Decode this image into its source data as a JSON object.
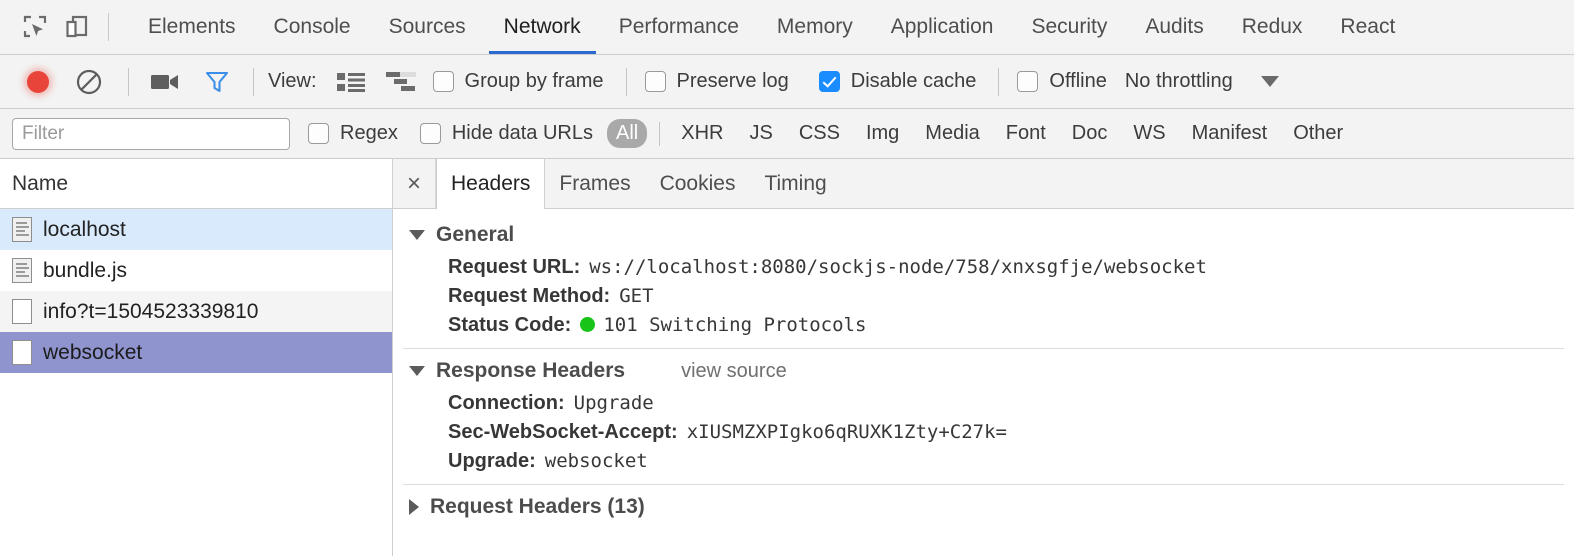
{
  "main_tabs": [
    {
      "label": "Elements",
      "selected": false
    },
    {
      "label": "Console",
      "selected": false
    },
    {
      "label": "Sources",
      "selected": false
    },
    {
      "label": "Network",
      "selected": true
    },
    {
      "label": "Performance",
      "selected": false
    },
    {
      "label": "Memory",
      "selected": false
    },
    {
      "label": "Application",
      "selected": false
    },
    {
      "label": "Security",
      "selected": false
    },
    {
      "label": "Audits",
      "selected": false
    },
    {
      "label": "Redux",
      "selected": false
    },
    {
      "label": "React",
      "selected": false
    }
  ],
  "toolbar": {
    "view_label": "View:",
    "group_by_frame": {
      "label": "Group by frame",
      "checked": false
    },
    "preserve_log": {
      "label": "Preserve log",
      "checked": false
    },
    "disable_cache": {
      "label": "Disable cache",
      "checked": true
    },
    "offline": {
      "label": "Offline",
      "checked": false
    },
    "throttling": "No throttling",
    "record_icon": "record-icon",
    "clear_icon": "clear-icon",
    "camera_icon": "camera-icon",
    "filter_icon": "filter-funnel-icon",
    "list_view_icon": "list-view-icon",
    "waterfall_view_icon": "waterfall-view-icon",
    "accent_blue": "#1a8cff",
    "record_red": "#e8443a"
  },
  "filter_bar": {
    "placeholder": "Filter",
    "regex": {
      "label": "Regex",
      "checked": false
    },
    "hide_data_urls": {
      "label": "Hide data URLs",
      "checked": false
    },
    "types": [
      {
        "label": "All",
        "active": true
      },
      {
        "label": "XHR",
        "active": false
      },
      {
        "label": "JS",
        "active": false
      },
      {
        "label": "CSS",
        "active": false
      },
      {
        "label": "Img",
        "active": false
      },
      {
        "label": "Media",
        "active": false
      },
      {
        "label": "Font",
        "active": false
      },
      {
        "label": "Doc",
        "active": false
      },
      {
        "label": "WS",
        "active": false
      },
      {
        "label": "Manifest",
        "active": false
      },
      {
        "label": "Other",
        "active": false
      }
    ]
  },
  "request_list": {
    "column_header": "Name",
    "rows": [
      {
        "name": "localhost",
        "icon": "document-filled-icon",
        "state": "hovered"
      },
      {
        "name": "bundle.js",
        "icon": "document-filled-icon",
        "state": "normal"
      },
      {
        "name": "info?t=1504523339810",
        "icon": "document-blank-icon",
        "state": "zebra"
      },
      {
        "name": "websocket",
        "icon": "document-blank-icon",
        "state": "selected"
      }
    ],
    "selected_color": "#8f94cf",
    "hover_color": "#d9eafc"
  },
  "detail": {
    "close_label": "×",
    "tabs": [
      {
        "label": "Headers",
        "selected": true
      },
      {
        "label": "Frames",
        "selected": false
      },
      {
        "label": "Cookies",
        "selected": false
      },
      {
        "label": "Timing",
        "selected": false
      }
    ],
    "sections": [
      {
        "title": "General",
        "expanded": true,
        "view_source": null,
        "rows": [
          {
            "key": "Request URL:",
            "value": "ws://localhost:8080/sockjs-node/758/xnxsgfje/websocket",
            "dot": false
          },
          {
            "key": "Request Method:",
            "value": "GET",
            "dot": false
          },
          {
            "key": "Status Code:",
            "value": "101 Switching Protocols",
            "dot": true,
            "dot_color": "#18c418"
          }
        ]
      },
      {
        "title": "Response Headers",
        "expanded": true,
        "view_source": "view source",
        "rows": [
          {
            "key": "Connection:",
            "value": "Upgrade",
            "dot": false
          },
          {
            "key": "Sec-WebSocket-Accept:",
            "value": "xIUSMZXPIgko6qRUXK1Zty+C27k=",
            "dot": false
          },
          {
            "key": "Upgrade:",
            "value": "websocket",
            "dot": false
          }
        ]
      },
      {
        "title": "Request Headers (13)",
        "expanded": false,
        "view_source": null,
        "rows": []
      }
    ]
  }
}
